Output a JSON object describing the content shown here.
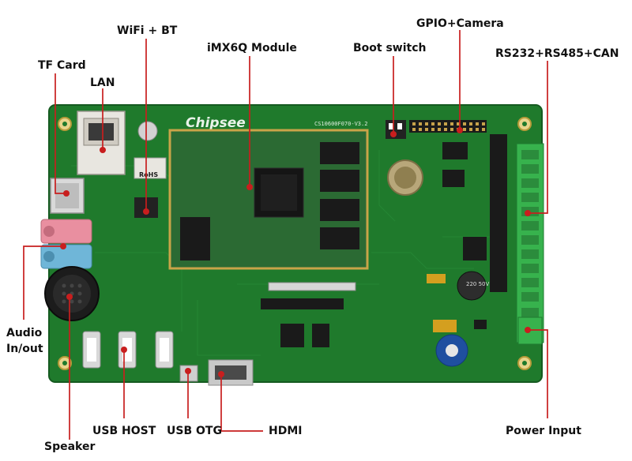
{
  "board": {
    "brand": "Chipsee",
    "silkscreen_model": "CS10600F070-V3.2",
    "rohs_mark": "RoHS",
    "capacitor_marking": "220\n50V",
    "colors": {
      "pcb": "#1f7a2c",
      "pcb_dark": "#145a1f",
      "leader_line": "#c81e1e",
      "module": "#2b6a33",
      "chip": "#151515",
      "terminal": "#37b24d"
    }
  },
  "callouts": {
    "tf_card": "TF Card",
    "lan": "LAN",
    "wifi_bt": "WiFi + BT",
    "imx6q_module": "iMX6Q Module",
    "boot_switch": "Boot switch",
    "gpio_camera": "GPIO+Camera",
    "rs232_rs485_can": "RS232+RS485+CAN",
    "audio_line1": "Audio",
    "audio_line2": "In/out",
    "speaker": "Speaker",
    "usb_host": "USB HOST",
    "usb_otg": "USB OTG",
    "hdmi": "HDMI",
    "power_input": "Power Input"
  }
}
